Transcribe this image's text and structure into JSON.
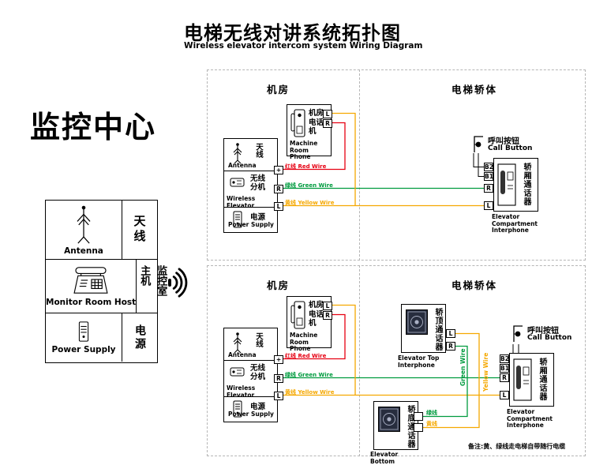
{
  "colors": {
    "red": "#e60012",
    "green": "#009b3f",
    "yellow": "#f5a800",
    "dash": "#b5b5b5"
  },
  "title": {
    "zh": "电梯无线对讲系统拓扑图",
    "en": "Wireless elevator intercom system Wiring Diagram"
  },
  "monitor_center": {
    "heading": "监控中心",
    "antenna_zh": "天线",
    "antenna_en": "Antenna",
    "host_col1": "主机",
    "host_col2": "监控室",
    "host_en": "Monitor Room Host",
    "power_zh": "电源",
    "power_en": "Power Supply"
  },
  "zones": {
    "machine_room": "机房",
    "elevator_body": "电梯轿体"
  },
  "machine_phone": {
    "zh": "机房电话机",
    "en": "Machine Room Phone",
    "term_l": "L",
    "term_r": "R"
  },
  "wireless_box": {
    "antenna_zh": "天线",
    "antenna_en": "Antenna",
    "ext_zh": "无线分机",
    "ext_en": "Wireless Elevator",
    "power_zh": "电源",
    "power_en": "Power Supply",
    "term_plus": "+",
    "term_r": "R",
    "term_l": "L"
  },
  "wire_labels": {
    "red_zh": "红线",
    "red_en": "Red Wire",
    "green_zh": "绿线",
    "green_en": "Green Wire",
    "yellow_zh": "黄线",
    "yellow_en": "Yellow Wire",
    "green_vertical": "Green Wire",
    "yellow_vertical": "Yellow Wire",
    "green_stub": "绿线",
    "yellow_stub": "黄线"
  },
  "call_button": {
    "zh": "呼叫按钮",
    "en": "Call Button"
  },
  "compartment_interphone": {
    "zh": "轿厢通话器",
    "en": "Elevator Compartment Interphone",
    "b2": "B2",
    "b1": "B1",
    "r": "R",
    "l": "L"
  },
  "top_interphone": {
    "zh": "轿顶通话器",
    "en": "Elevator Top Interphone",
    "l": "L",
    "r": "R"
  },
  "bottom_interphone": {
    "zh": "轿底通话器",
    "en": "Elevator Bottom Interphone"
  },
  "note": "备注:黄、绿线走电梯自带随行电缆"
}
